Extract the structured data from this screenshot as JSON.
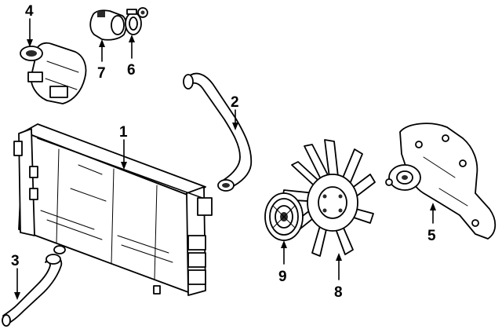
{
  "callouts": [
    {
      "id": "1",
      "part": "radiator"
    },
    {
      "id": "2",
      "part": "upper-hose"
    },
    {
      "id": "3",
      "part": "lower-hose"
    },
    {
      "id": "4",
      "part": "thermostat-housing"
    },
    {
      "id": "5",
      "part": "water-pump"
    },
    {
      "id": "6",
      "part": "thermostat-gasket"
    },
    {
      "id": "7",
      "part": "thermostat"
    },
    {
      "id": "8",
      "part": "fan-blade"
    },
    {
      "id": "9",
      "part": "fan-clutch"
    }
  ]
}
